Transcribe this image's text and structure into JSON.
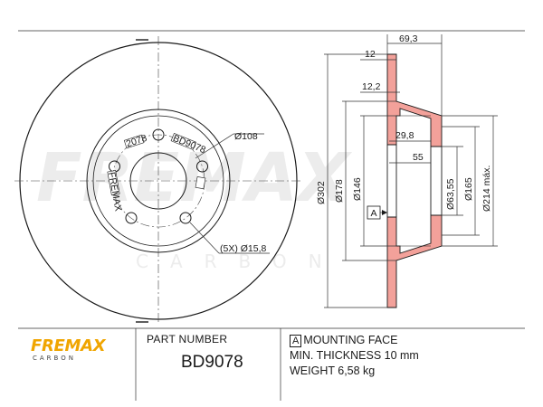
{
  "watermark": {
    "brand": "FREMAX",
    "sub": "CARBON"
  },
  "front_view": {
    "hole_labels": [
      "2078",
      "BD9078",
      "FREMAX"
    ],
    "dim_bolt_circle": "Ø108",
    "dim_holes": "(5X) Ø15,8"
  },
  "section_view": {
    "dim_overall_height": "69,3",
    "dim_disc_thickness": "12",
    "dim_hat_wall": "12,2",
    "dim_hub_depth": "29,8",
    "dim_center_depth": "55",
    "dim_outer_diameter": "Ø302",
    "dim_d178": "Ø178",
    "dim_d146": "Ø146",
    "dim_center_bore": "Ø63,55",
    "dim_d165": "Ø165",
    "dim_d214": "Ø214 máx.",
    "datum": "A"
  },
  "footer": {
    "logo_main": "FREMAX",
    "logo_sub": "CARBON",
    "part_number_label": "PART NUMBER",
    "part_number": "BD9078",
    "mounting_face_symbol": "A",
    "mounting_face_label": "MOUNTING FACE",
    "min_thickness": "MIN. THICKNESS 10 mm",
    "weight": "WEIGHT 6,58 kg"
  },
  "colors": {
    "section_fill": "#f3a19a",
    "logo": "#f0a500",
    "watermark": "#ececec"
  }
}
